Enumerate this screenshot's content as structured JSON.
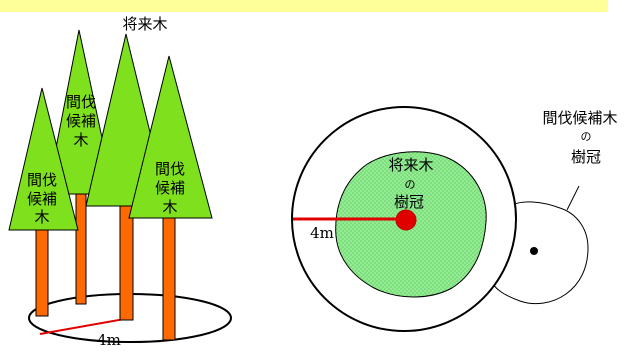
{
  "colors": {
    "banner": "#ffff99",
    "tree_crown": "#7fe01e",
    "trunk": "#ff6a00",
    "crown_fill": "#90ee90",
    "radius_line": "#e00000",
    "center_dot": "#e00000",
    "outline": "#000000"
  },
  "left_panel": {
    "future_tree_label": "将来木",
    "candidate_tree_labels": [
      [
        "間伐",
        "候補",
        "木"
      ],
      [
        "間伐",
        "候補",
        "木"
      ],
      [
        "間伐",
        "候補",
        "木"
      ]
    ],
    "radius_label": "4m"
  },
  "right_panel": {
    "future_crown_label": [
      "将来木",
      "の",
      "樹冠"
    ],
    "candidate_crown_label": [
      "間伐候補木",
      "の",
      "樹冠"
    ],
    "radius_label": "4m"
  }
}
